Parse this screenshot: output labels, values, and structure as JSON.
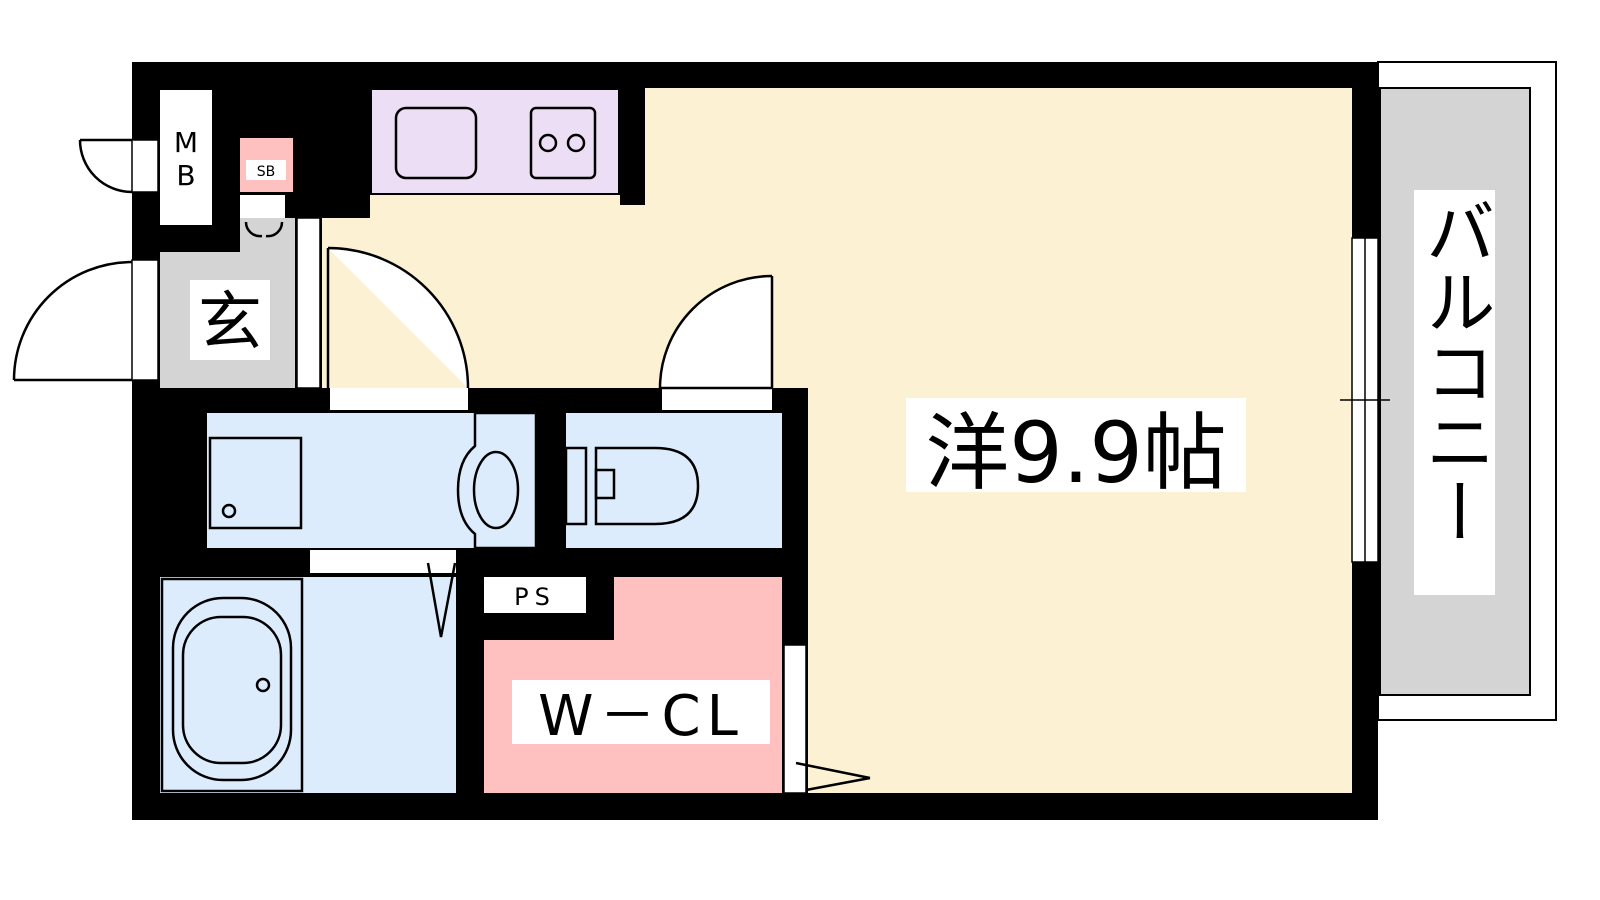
{
  "floorplan": {
    "rooms": {
      "western_room": "洋9.9帖",
      "entrance": "玄",
      "meter_box": "MB",
      "shoe_box": "SB",
      "pipe_space": "PS",
      "walk_in_closet": "W－CL",
      "balcony": "バルコニー"
    },
    "colors": {
      "wall": "#000000",
      "western_room": "#fdf1d3",
      "kitchen": "#ecdef4",
      "wet_area": "#dcecfc",
      "closet": "#ffc0c0",
      "entrance": "#d4d4d4",
      "balcony": "#d4d4d4"
    }
  }
}
